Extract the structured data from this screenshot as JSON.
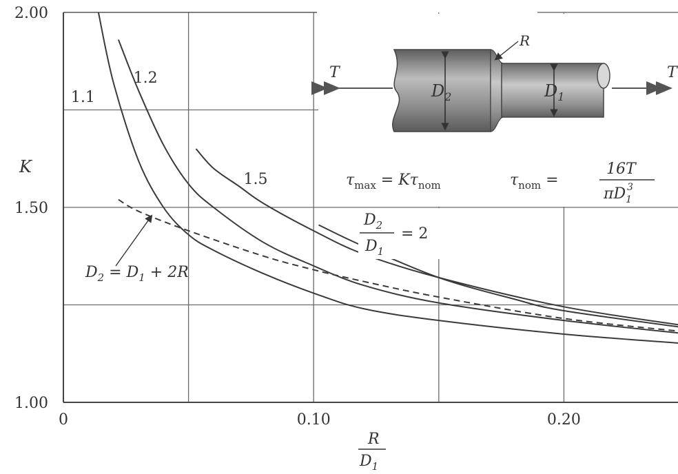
{
  "chart_data": {
    "type": "line",
    "title": "",
    "xlabel": {
      "numerator": "R",
      "denominator": "D",
      "sub": "1"
    },
    "ylabel": "K",
    "xlim": [
      0,
      0.25
    ],
    "ylim": [
      1.0,
      2.0
    ],
    "grid": true,
    "x_ticks": [
      {
        "value": 0,
        "label": "0"
      },
      {
        "value": 0.1,
        "label": "0.10"
      },
      {
        "value": 0.2,
        "label": "0.20"
      }
    ],
    "y_ticks": [
      {
        "value": 1.0,
        "label": "1.00"
      },
      {
        "value": 1.5,
        "label": "1.50"
      },
      {
        "value": 2.0,
        "label": "2.00"
      }
    ],
    "x_grid": [
      0.05,
      0.1,
      0.15,
      0.2
    ],
    "y_grid": [
      1.25,
      1.5,
      1.75
    ],
    "series": [
      {
        "name": "1.1",
        "dashed": false,
        "points": [
          [
            0.014,
            2.0
          ],
          [
            0.02,
            1.82
          ],
          [
            0.03,
            1.62
          ],
          [
            0.04,
            1.5
          ],
          [
            0.05,
            1.43
          ],
          [
            0.06,
            1.39
          ],
          [
            0.08,
            1.33
          ],
          [
            0.1,
            1.28
          ],
          [
            0.12,
            1.24
          ],
          [
            0.15,
            1.21
          ],
          [
            0.2,
            1.175
          ],
          [
            0.25,
            1.15
          ]
        ]
      },
      {
        "name": "1.2",
        "dashed": false,
        "points": [
          [
            0.022,
            1.93
          ],
          [
            0.03,
            1.8
          ],
          [
            0.04,
            1.66
          ],
          [
            0.05,
            1.56
          ],
          [
            0.06,
            1.5
          ],
          [
            0.08,
            1.41
          ],
          [
            0.1,
            1.35
          ],
          [
            0.12,
            1.3
          ],
          [
            0.15,
            1.255
          ],
          [
            0.2,
            1.21
          ],
          [
            0.25,
            1.175
          ]
        ]
      },
      {
        "name": "1.5",
        "dashed": false,
        "points": [
          [
            0.053,
            1.65
          ],
          [
            0.06,
            1.6
          ],
          [
            0.07,
            1.555
          ],
          [
            0.08,
            1.51
          ],
          [
            0.1,
            1.44
          ],
          [
            0.12,
            1.38
          ],
          [
            0.15,
            1.32
          ],
          [
            0.2,
            1.245
          ],
          [
            0.25,
            1.195
          ]
        ]
      },
      {
        "name": "2",
        "dashed": false,
        "points": [
          [
            0.102,
            1.455
          ],
          [
            0.12,
            1.4
          ],
          [
            0.15,
            1.32
          ],
          [
            0.18,
            1.265
          ],
          [
            0.2,
            1.235
          ],
          [
            0.25,
            1.19
          ]
        ]
      },
      {
        "name": "D2 = D1 + 2R",
        "dashed": true,
        "points": [
          [
            0.022,
            1.52
          ],
          [
            0.03,
            1.49
          ],
          [
            0.05,
            1.44
          ],
          [
            0.08,
            1.375
          ],
          [
            0.1,
            1.34
          ],
          [
            0.12,
            1.31
          ],
          [
            0.15,
            1.27
          ],
          [
            0.2,
            1.215
          ],
          [
            0.25,
            1.18
          ]
        ]
      }
    ],
    "curve_labels": [
      {
        "text": "1.1",
        "x": 0.003,
        "y": 1.77
      },
      {
        "text": "1.2",
        "x": 0.028,
        "y": 1.82
      },
      {
        "text": "1.5",
        "x": 0.072,
        "y": 1.56
      }
    ]
  },
  "annotations": {
    "ratio_label": {
      "num": "D",
      "num_sub": "2",
      "den": "D",
      "den_sub": "1",
      "rhs": "= 2"
    },
    "relation": {
      "a": "D",
      "a_sub": "2",
      "eq": " = ",
      "b": "D",
      "b_sub": "1",
      "rest": " + 2R"
    },
    "tau_max_eq": {
      "tau": "τ",
      "max_sub": "max",
      "eq": " = K",
      "tau2": "τ",
      "nom_sub": "nom"
    },
    "tau_nom_eq": {
      "tau": "τ",
      "nom_sub": "nom",
      "eq": " = ",
      "num": "16T",
      "den_pi": "π",
      "den_d": "D",
      "den_sub": "1",
      "den_sup": "3"
    }
  },
  "diagram": {
    "torque_left": "T",
    "torque_right": "T",
    "radius_label": "R",
    "large_diameter": {
      "letter": "D",
      "sub": "2"
    },
    "small_diameter": {
      "letter": "D",
      "sub": "1"
    },
    "colors": {
      "shaft_dark": "#6d6d6d",
      "shaft_mid": "#9a9a9a",
      "shaft_light": "#c4c4c4"
    }
  },
  "colors": {
    "curve": "#3a3a3a",
    "grid": "#6a6a6a",
    "text": "#333333"
  }
}
